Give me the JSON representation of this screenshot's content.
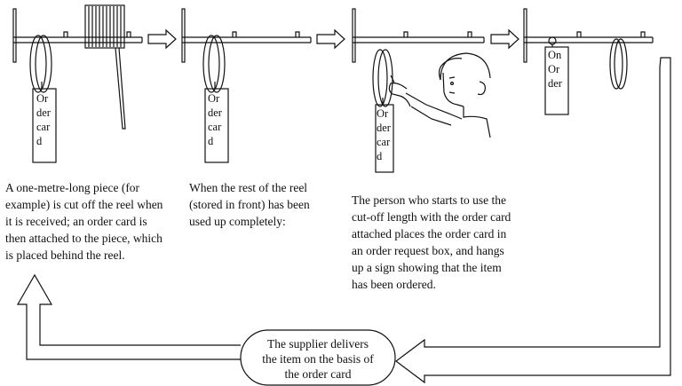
{
  "steps": [
    {
      "card_lines": [
        "Or",
        "der",
        "car",
        "d"
      ],
      "caption": "A one-metre-long piece (for example) is cut off the reel when it is received; an order card is then attached to the piece, which is placed behind the reel."
    },
    {
      "card_lines": [
        "Or",
        "der",
        "car",
        "d"
      ],
      "caption": "When the rest of the reel (stored in front) has been used up completely:"
    },
    {
      "card_lines": [
        "Or",
        "der",
        "car",
        "d"
      ],
      "caption": "The person who starts to use the cut-off length with the order card attached places the order card in an order request box, and hangs up a sign showing that the item has been ordered."
    },
    {
      "sign_lines": [
        "On",
        "Or",
        "der"
      ]
    }
  ],
  "supplier": {
    "lines": [
      "The supplier delivers",
      "the item on the basis of",
      "the order card"
    ]
  }
}
